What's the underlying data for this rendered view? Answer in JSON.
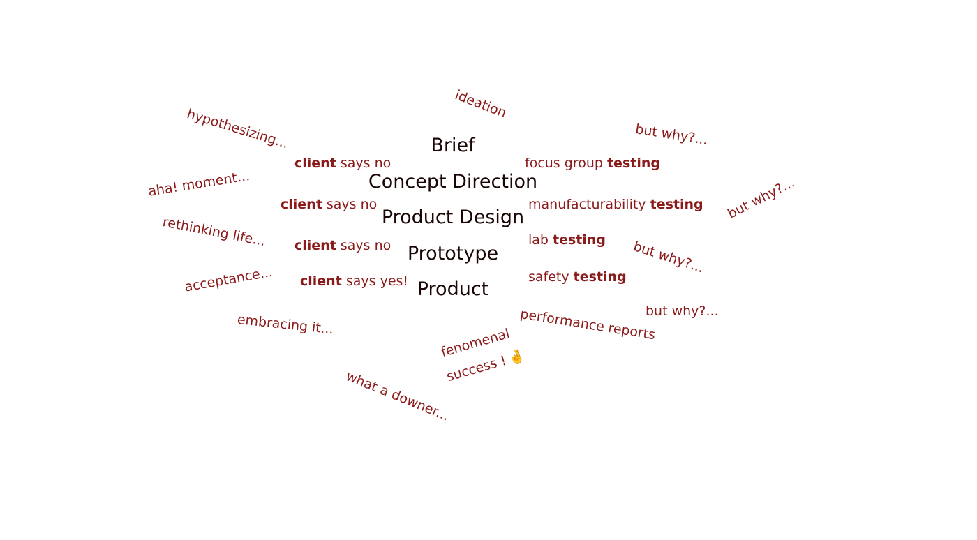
{
  "process": {
    "brief": "Brief",
    "concept": "Concept Direction",
    "design": "Product Design",
    "prototype": "Prototype",
    "product": "Product"
  },
  "client": {
    "bold": "client",
    "says_no": "says no",
    "says_yes": "says yes!"
  },
  "testing": {
    "bold": "testing",
    "focus_group": "focus group",
    "manufacturability": "manufacturability",
    "lab": "lab",
    "safety": "safety"
  },
  "feelings": {
    "hypothesizing": "hypothesizing...",
    "ideation": "ideation",
    "aha": "aha! moment...",
    "rethinking": "rethinking life...",
    "acceptance": "acceptance...",
    "embracing": "embracing it...",
    "downer": "what a downer...",
    "success_line1": "fenomenal",
    "success_line2": "success !",
    "success_emoji": "🤞",
    "performance": "performance reports",
    "but_why": "but why?..."
  },
  "colors": {
    "process_text": "#1a0505",
    "note_text": "#8b1a1a",
    "background": "#ffffff"
  }
}
